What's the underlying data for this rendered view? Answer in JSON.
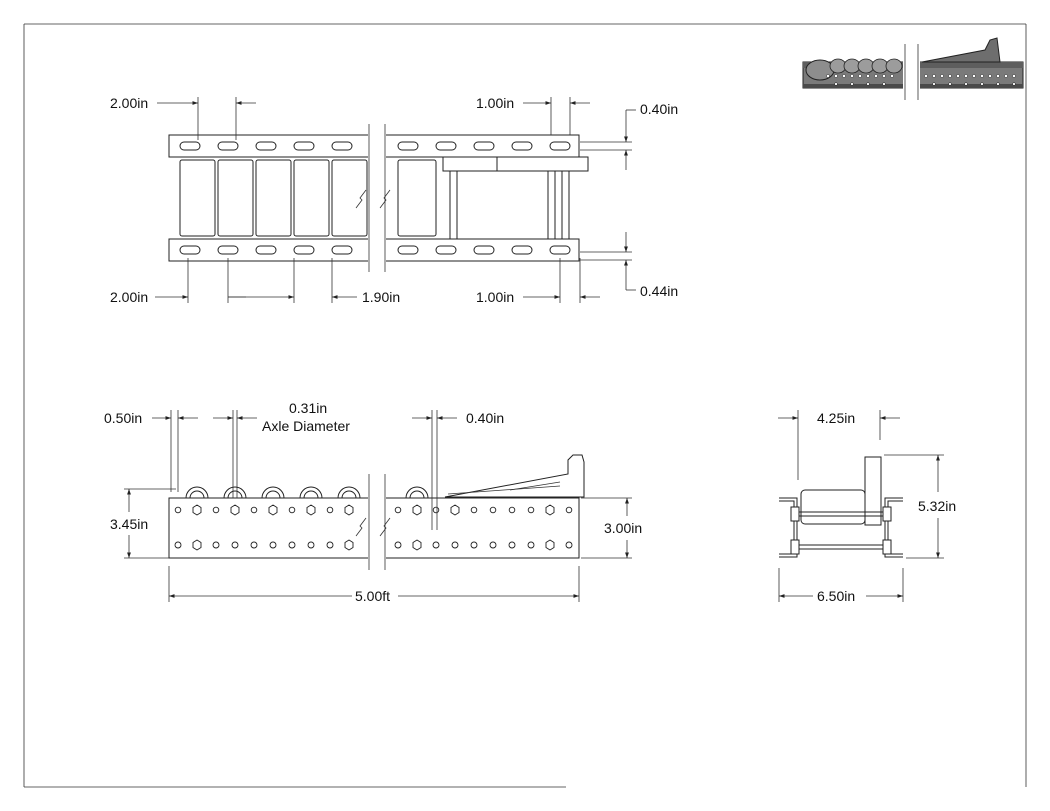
{
  "dimensions": {
    "top_view": {
      "slot_spacing_top": "2.00in",
      "end_slot_top": "1.00in",
      "rail_width_top": "0.40in",
      "slot_spacing_bottom": "2.00in",
      "roller_width": "1.90in",
      "end_slot_bottom": "1.00in",
      "rail_width_bottom": "0.44in"
    },
    "side_view": {
      "wheel_offset": "0.50in",
      "axle_label_value": "0.31in",
      "axle_label_text": "Axle Diameter",
      "end_offset": "0.40in",
      "overall_height": "3.45in",
      "rail_height": "3.00in",
      "overall_length": "5.00ft"
    },
    "end_view": {
      "inner_width": "4.25in",
      "height": "5.32in",
      "outer_width": "6.50in"
    }
  }
}
